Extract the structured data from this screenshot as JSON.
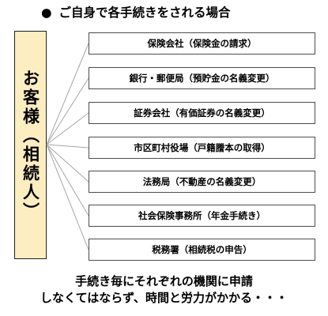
{
  "heading": {
    "bullet": "●",
    "text": "ご自身で各手続きをされる場合"
  },
  "customer": {
    "label": "お客様（相続人）"
  },
  "institutions": [
    "保険会社（保険金の請求）",
    "銀行・郵便局（預貯金の名義変更）",
    "証券会社（有価証券の名義変更）",
    "市区町村役場（戸籍謄本の取得）",
    "法務局（不動産の名義変更）",
    "社会保険事務所（年金手続き）",
    "税務署（相続税の申告）"
  ],
  "footer": {
    "line1": "手続き毎にそれぞれの機関に申請",
    "line2": "しなくてはならず、時間と労力がかかる・・・"
  },
  "colors": {
    "customer_fill": "#fdeec2",
    "border": "#4d4d4d",
    "connector": "#a6a6a6"
  }
}
